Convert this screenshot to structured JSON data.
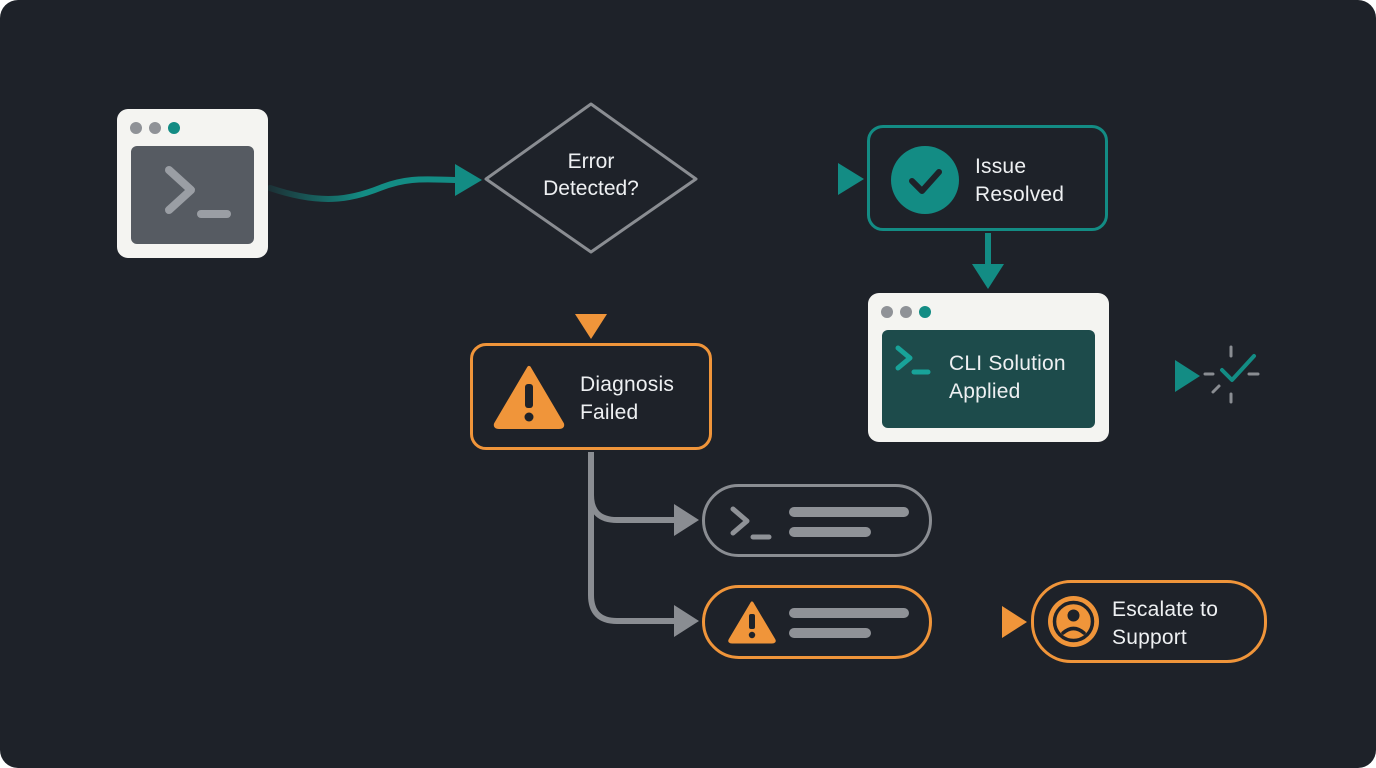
{
  "diagram": {
    "decision": {
      "text_line1": "Error",
      "text_line2": "Detected?"
    },
    "resolved": {
      "text_line1": "Issue",
      "text_line2": "Resolved",
      "icon": "check-circle-icon"
    },
    "cli_solution": {
      "text_line1": "CLI Solution",
      "text_line2": "Applied",
      "icon": "terminal-prompt-icon"
    },
    "diagnosis": {
      "text_line1": "Diagnosis",
      "text_line2": "Failed",
      "icon": "warning-triangle-icon"
    },
    "escalate": {
      "text_line1": "Escalate to",
      "text_line2": "Support",
      "icon": "user-sad-icon"
    },
    "terminal": {
      "icon": "terminal-prompt-icon"
    }
  },
  "colors": {
    "background": "#1e2229",
    "teal": "#138c84",
    "orange": "#f0953a",
    "gray": "#8a8d92",
    "card": "#f4f4f1"
  }
}
